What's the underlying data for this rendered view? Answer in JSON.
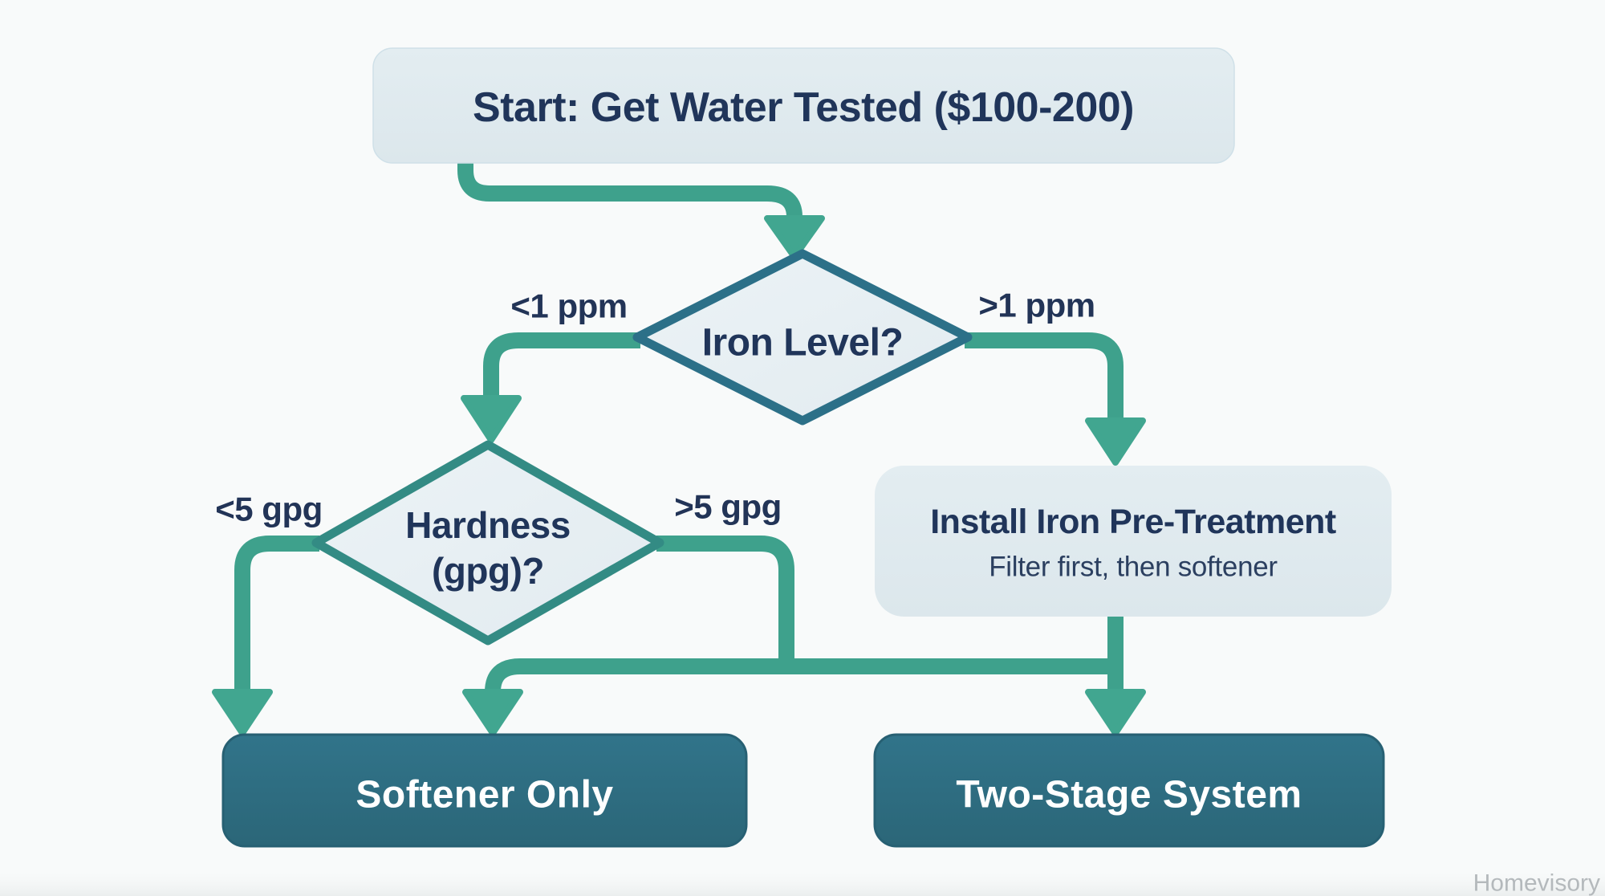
{
  "flowchart": {
    "start": {
      "label": "Start: Get Water Tested ($100-200)"
    },
    "iron_decision": {
      "question": "Iron Level?",
      "branch_low": "<1 ppm",
      "branch_high": ">1 ppm"
    },
    "hardness_decision": {
      "question_line1": "Hardness",
      "question_line2": "(gpg)?",
      "branch_low": "<5 gpg",
      "branch_high": ">5 gpg"
    },
    "pretreatment": {
      "title": "Install Iron Pre-Treatment",
      "subtitle": "Filter first, then softener"
    },
    "outcome_softener": {
      "label": "Softener Only"
    },
    "outcome_twostage": {
      "label": "Two-Stage System"
    }
  },
  "watermark": {
    "label": "Homevisory"
  },
  "colors": {
    "background": "#F8FAFA",
    "process_fill": "#DFE9EC",
    "diamond_fill": "#E7EFF3",
    "iron_diamond_border": "#2C7088",
    "hardness_diamond_border": "#338B84",
    "connector": "#3EA18C",
    "arrowhead": "#41A690",
    "outcome_fill": "#2E6E80",
    "outcome_border": "#276073",
    "text_dark": "#20355A",
    "text_light": "#FFFFFF",
    "watermark": "#B4B9BC"
  }
}
